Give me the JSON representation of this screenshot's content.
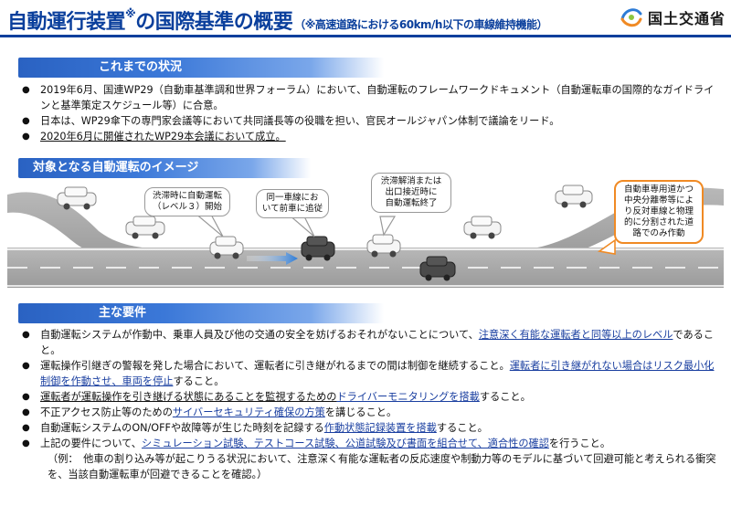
{
  "header": {
    "title_main": "自動運行装置",
    "title_mark": "※",
    "title_tail": "の国際基準の概要",
    "title_sub": "（※高速道路における60km/h以下の車線維持機能）",
    "logo_text": "国土交通省",
    "accent": "#0a3f9c"
  },
  "status": {
    "heading": "これまでの状況",
    "items": [
      {
        "text": "2019年6月、国連WP29（自動車基準調和世界フォーラム）において、自動運転のフレームワークドキュメント（自動運転車の国際的なガイドラインと基準策定スケジュール等）に合意。"
      },
      {
        "text": "日本は、WP29傘下の専門家会議等において共同議長等の役職を担い、官民オールジャパン体制で議論をリード。"
      },
      {
        "text": "2020年6月に開催されたWP29本会議において成立。"
      }
    ]
  },
  "image": {
    "heading": "対象となる自動運転のイメージ",
    "callouts": [
      {
        "line1": "渋滞時に自動運転",
        "line2": "（レベル３）開始"
      },
      {
        "line1": "同一車線にお",
        "line2": "いて前車に追従"
      },
      {
        "line1": "渋滞解消または",
        "line2": "出口接近時に",
        "line3": "自動運転終了"
      },
      {
        "line1": "自動車専用道かつ",
        "line2": "中央分離帯等によ",
        "line3": "り反対車線と物理",
        "line4": "的に分割された道",
        "line5": "路でのみ作動"
      }
    ]
  },
  "requirements": {
    "heading": "主な要件",
    "r1_a": "自動運転システムが作動中、乗車人員及び他の交通の安全を妨げるおそれがないことについて、",
    "r1_b": "注意深く有能な運転者と同等以上のレベル",
    "r1_c": "であること。",
    "r2_a": "運転操作引継ぎの警報を発した場合において、運転者に引き継がれるまでの間は制御を継続すること。",
    "r2_b": "運転者に引き継がれない場合はリスク最小化制御を作動させ、車両を停止",
    "r2_c": "すること。",
    "r3_a": "運転者が運転操作を引き継げる状態にあることを監視するための",
    "r3_b": "ドライバーモニタリングを搭載",
    "r3_c": "すること。",
    "r4_a": "不正アクセス防止等のための",
    "r4_b": "サイバーセキュリティ確保の方策",
    "r4_c": "を講じること。",
    "r5_a": "自動運転システムのON/OFFや故障等が生じた時刻を記録する",
    "r5_b": "作動状態記録装置を搭載",
    "r5_c": "すること。",
    "r6_a": "上記の要件について、",
    "r6_b": "シミュレーション試験、テストコース試験、公道試験及び書面を組合せて、適合性の確認",
    "r6_c": "を行うこと。",
    "r6_d": "（例：　他車の割り込み等が起こりうる状況において、注意深く有能な運転者の反応速度や制動力等のモデルに基づいて回避可能と考えられる衝突を、当該自動運転車が回避できることを確認。）"
  }
}
